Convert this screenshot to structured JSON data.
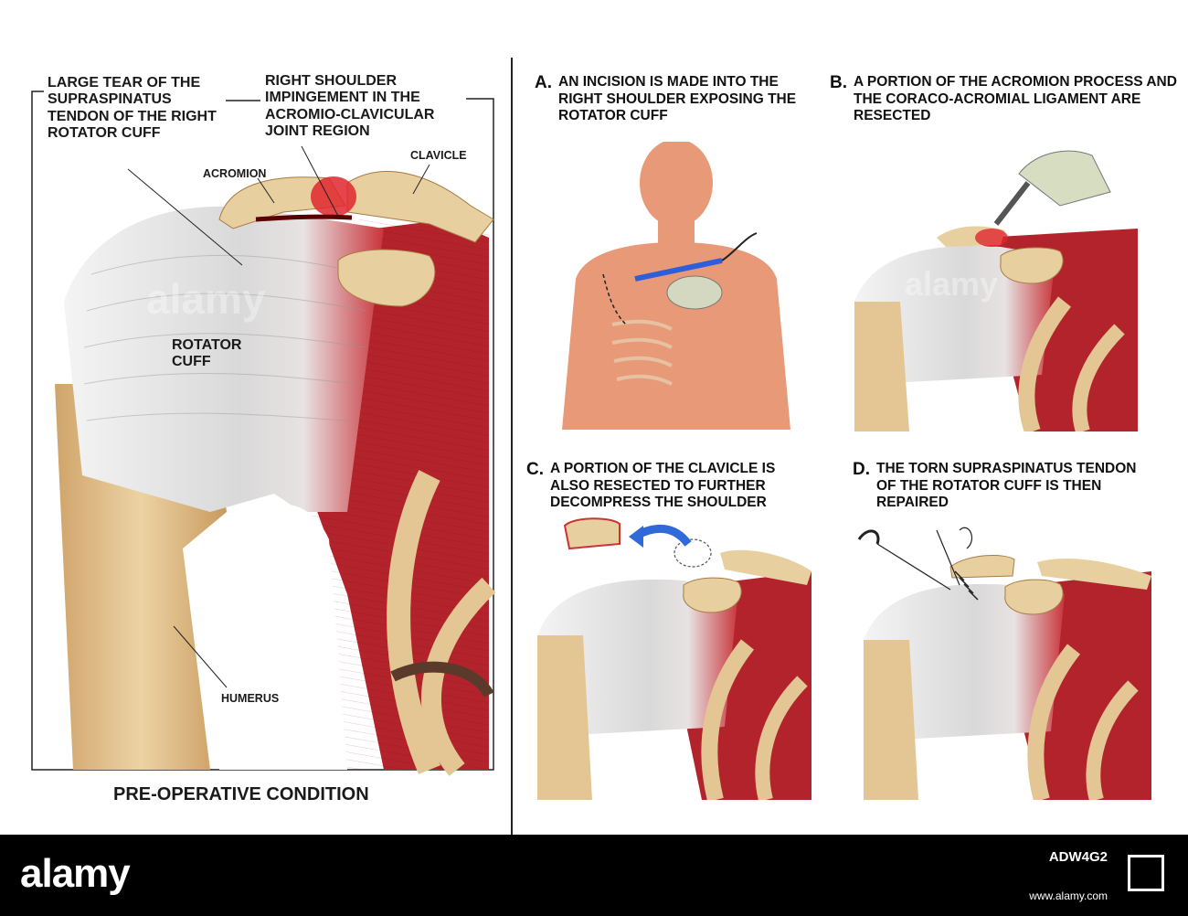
{
  "left_panel": {
    "label_tear": "LARGE TEAR OF THE SUPRASPINATUS TENDON OF THE RIGHT ROTATOR CUFF",
    "label_impingement": "RIGHT SHOULDER IMPINGEMENT IN THE ACROMIO-CLAVICULAR JOINT REGION",
    "label_acromion": "ACROMION",
    "label_clavicle": "CLAVICLE",
    "label_rotator_cuff": "ROTATOR CUFF",
    "label_humerus": "HUMERUS",
    "title": "PRE-OPERATIVE CONDITION"
  },
  "steps": [
    {
      "letter": "A.",
      "text": "AN INCISION IS MADE INTO THE RIGHT SHOULDER EXPOSING THE ROTATOR CUFF"
    },
    {
      "letter": "B.",
      "text": "A PORTION OF THE ACROMION PROCESS AND THE CORACO-ACROMIAL LIGAMENT ARE RESECTED"
    },
    {
      "letter": "C.",
      "text": "A PORTION OF THE CLAVICLE IS ALSO RESECTED TO FURTHER DECOMPRESS THE SHOULDER"
    },
    {
      "letter": "D.",
      "text": "THE TORN SUPRASPINATUS TENDON OF THE ROTATOR CUFF IS THEN REPAIRED"
    }
  ],
  "footer": {
    "brand": "alamy",
    "image_id": "ADW4G2",
    "url": "www.alamy.com"
  },
  "colors": {
    "bone": "#e3c693",
    "muscle": "#b8242c",
    "tendon": "#e6e6e6",
    "footer_bg": "#000000"
  }
}
